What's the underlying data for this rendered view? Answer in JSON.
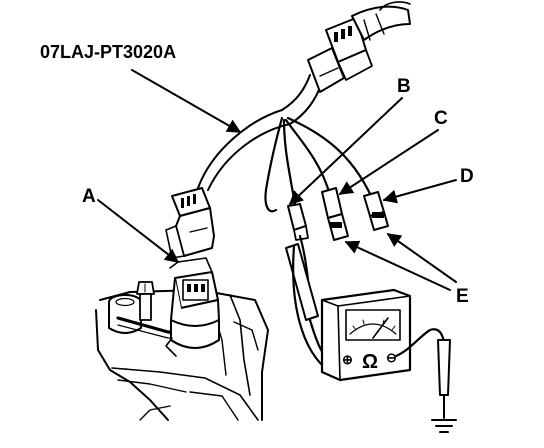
{
  "tool_label": "07LAJ-PT3020A",
  "callouts": {
    "a": "A",
    "b": "B",
    "c": "C",
    "d": "D",
    "e": "E"
  },
  "meter": {
    "ohm_symbol": "Ω",
    "plus_symbol": "⊕",
    "minus_symbol": "⊖"
  },
  "colors": {
    "ink": "#000000",
    "paper": "#ffffff"
  }
}
